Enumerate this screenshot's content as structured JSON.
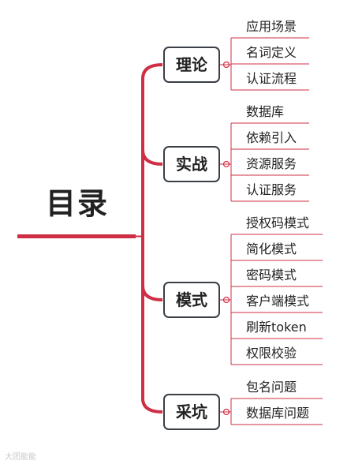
{
  "root": {
    "title": "目录"
  },
  "categories": [
    {
      "label": "理论",
      "items": [
        "应用场景",
        "名词定义",
        "认证流程"
      ]
    },
    {
      "label": "实战",
      "items": [
        "数据库",
        "依赖引入",
        "资源服务",
        "认证服务"
      ]
    },
    {
      "label": "模式",
      "items": [
        "授权码模式",
        "简化模式",
        "密码模式",
        "客户端模式",
        "刷新token",
        "权限校验"
      ]
    },
    {
      "label": "采坑",
      "items": [
        "包名问题",
        "数据库问题"
      ]
    }
  ],
  "colors": {
    "accent": "#cf2f45",
    "box_border": "#3a3f46",
    "text": "#222222"
  },
  "watermark": "大团能能"
}
